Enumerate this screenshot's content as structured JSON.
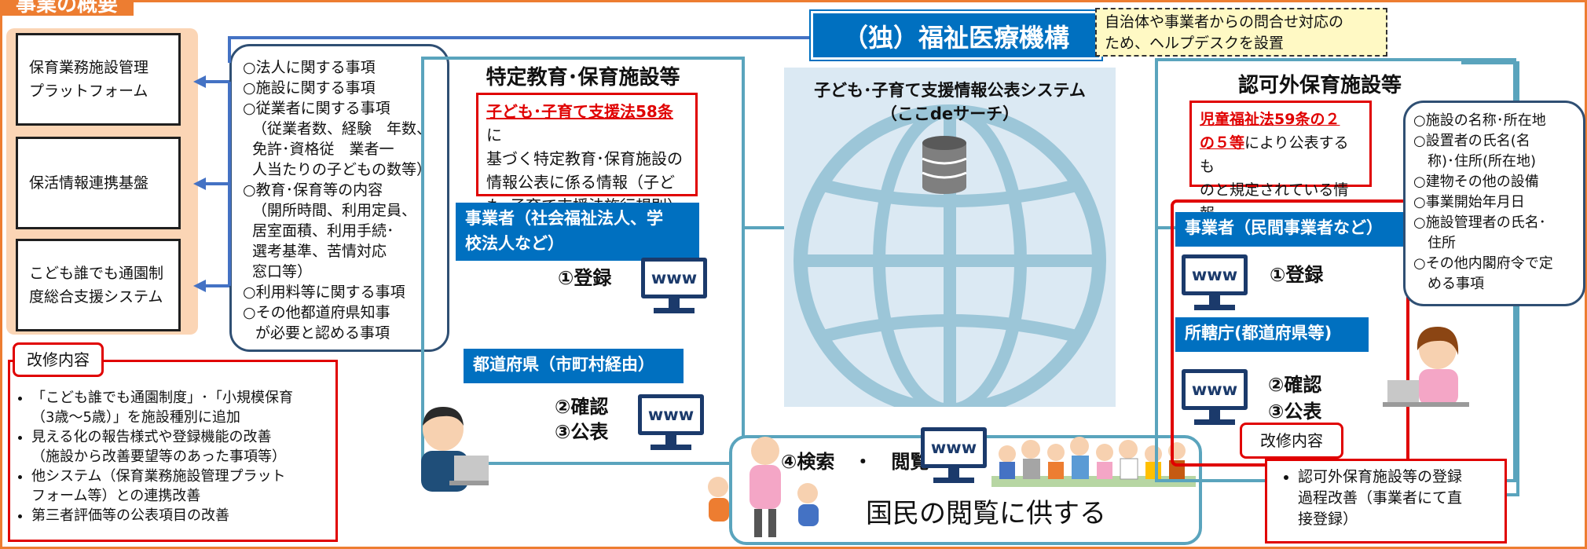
{
  "page_title": "事業の概要",
  "left_systems": [
    "保育業務施設管理\nプラットフォーム",
    "保活情報連携基盤",
    "こども誰でも通園制\n度総合支援システム"
  ],
  "left_bubble_lines": [
    "○法人に関する事項",
    "○施設に関する事項",
    "○従業者に関する事項",
    "（従業者数、経験　年数、",
    "免許･資格従　業者一",
    "人当たりの子どもの数等）",
    "○教育･保育等の内容",
    "（開所時間、利用定員、",
    "居室面積、利用手続･",
    "選考基準、苦情対応",
    "窓口等）",
    "○利用料等に関する事項",
    "○その他都道府県知事",
    "が必要と認める事項"
  ],
  "left_kaishu": {
    "label": "改修内容",
    "items": [
      "「こども誰でも通園制度」･「小規模保育\n（3歳～5歳）」を施設種別に追加",
      "見える化の報告様式や登録機能の改善\n（施設から改善要望等のあった事項等）",
      "他システム（保育業務施設管理プラット\nフォーム等）との連携改善",
      "第三者評価等の公表項目の改善"
    ]
  },
  "tokutei": {
    "title": "特定教育･保育施設等",
    "law_link": "子ども･子育て支援法58条",
    "law_rest": "に\n基づく特定教育･保育施設の\n情報公表に係る情報（子ど\nも･子育て支援法施行規則）",
    "operator": "事業者（社会福祉法人、学\n校法人など）",
    "register": "①登録",
    "prefecture": "都道府県（市町村経由）",
    "confirm": "②確認",
    "publish": "③公表"
  },
  "center": {
    "org": "（独）福祉医療機構",
    "helpdesk": "自治体や事業者からの問合せ対応の\nため、ヘルプデスクを設置",
    "system_name": "子ども･子育て支援情報公表システム\n（ここdeサーチ）",
    "search": "④検索　・　閲覧",
    "public": "国民の閲覧に供する"
  },
  "ninkagai": {
    "title": "認可外保育施設等",
    "law_link": "児童福祉法59条の２\nの５等",
    "law_rest": "により公表するも\nのと規定されている情報",
    "operator": "事業者（民間事業者など）",
    "register": "①登録",
    "jurisdiction": "所轄庁(都道府県等)",
    "confirm": "②確認",
    "publish": "③公表",
    "kaishu_label": "改修内容",
    "kaishu_item": "認可外保育施設等の登録\n過程改善（事業者にて直\n接登録）"
  },
  "right_bubble_lines": [
    "○施設の名称･所在地",
    "○設置者の氏名(名",
    "　称)･住所(所在地)",
    "○建物その他の設備",
    "○事業開始年月日",
    "○施設管理者の氏名･",
    "　住所",
    "○その他内閣府令で定",
    "　める事項"
  ],
  "www": "www",
  "colors": {
    "accent": "#ed7d31",
    "blue": "#0070c0",
    "red": "#e00000",
    "teal": "#5aa4bd"
  }
}
